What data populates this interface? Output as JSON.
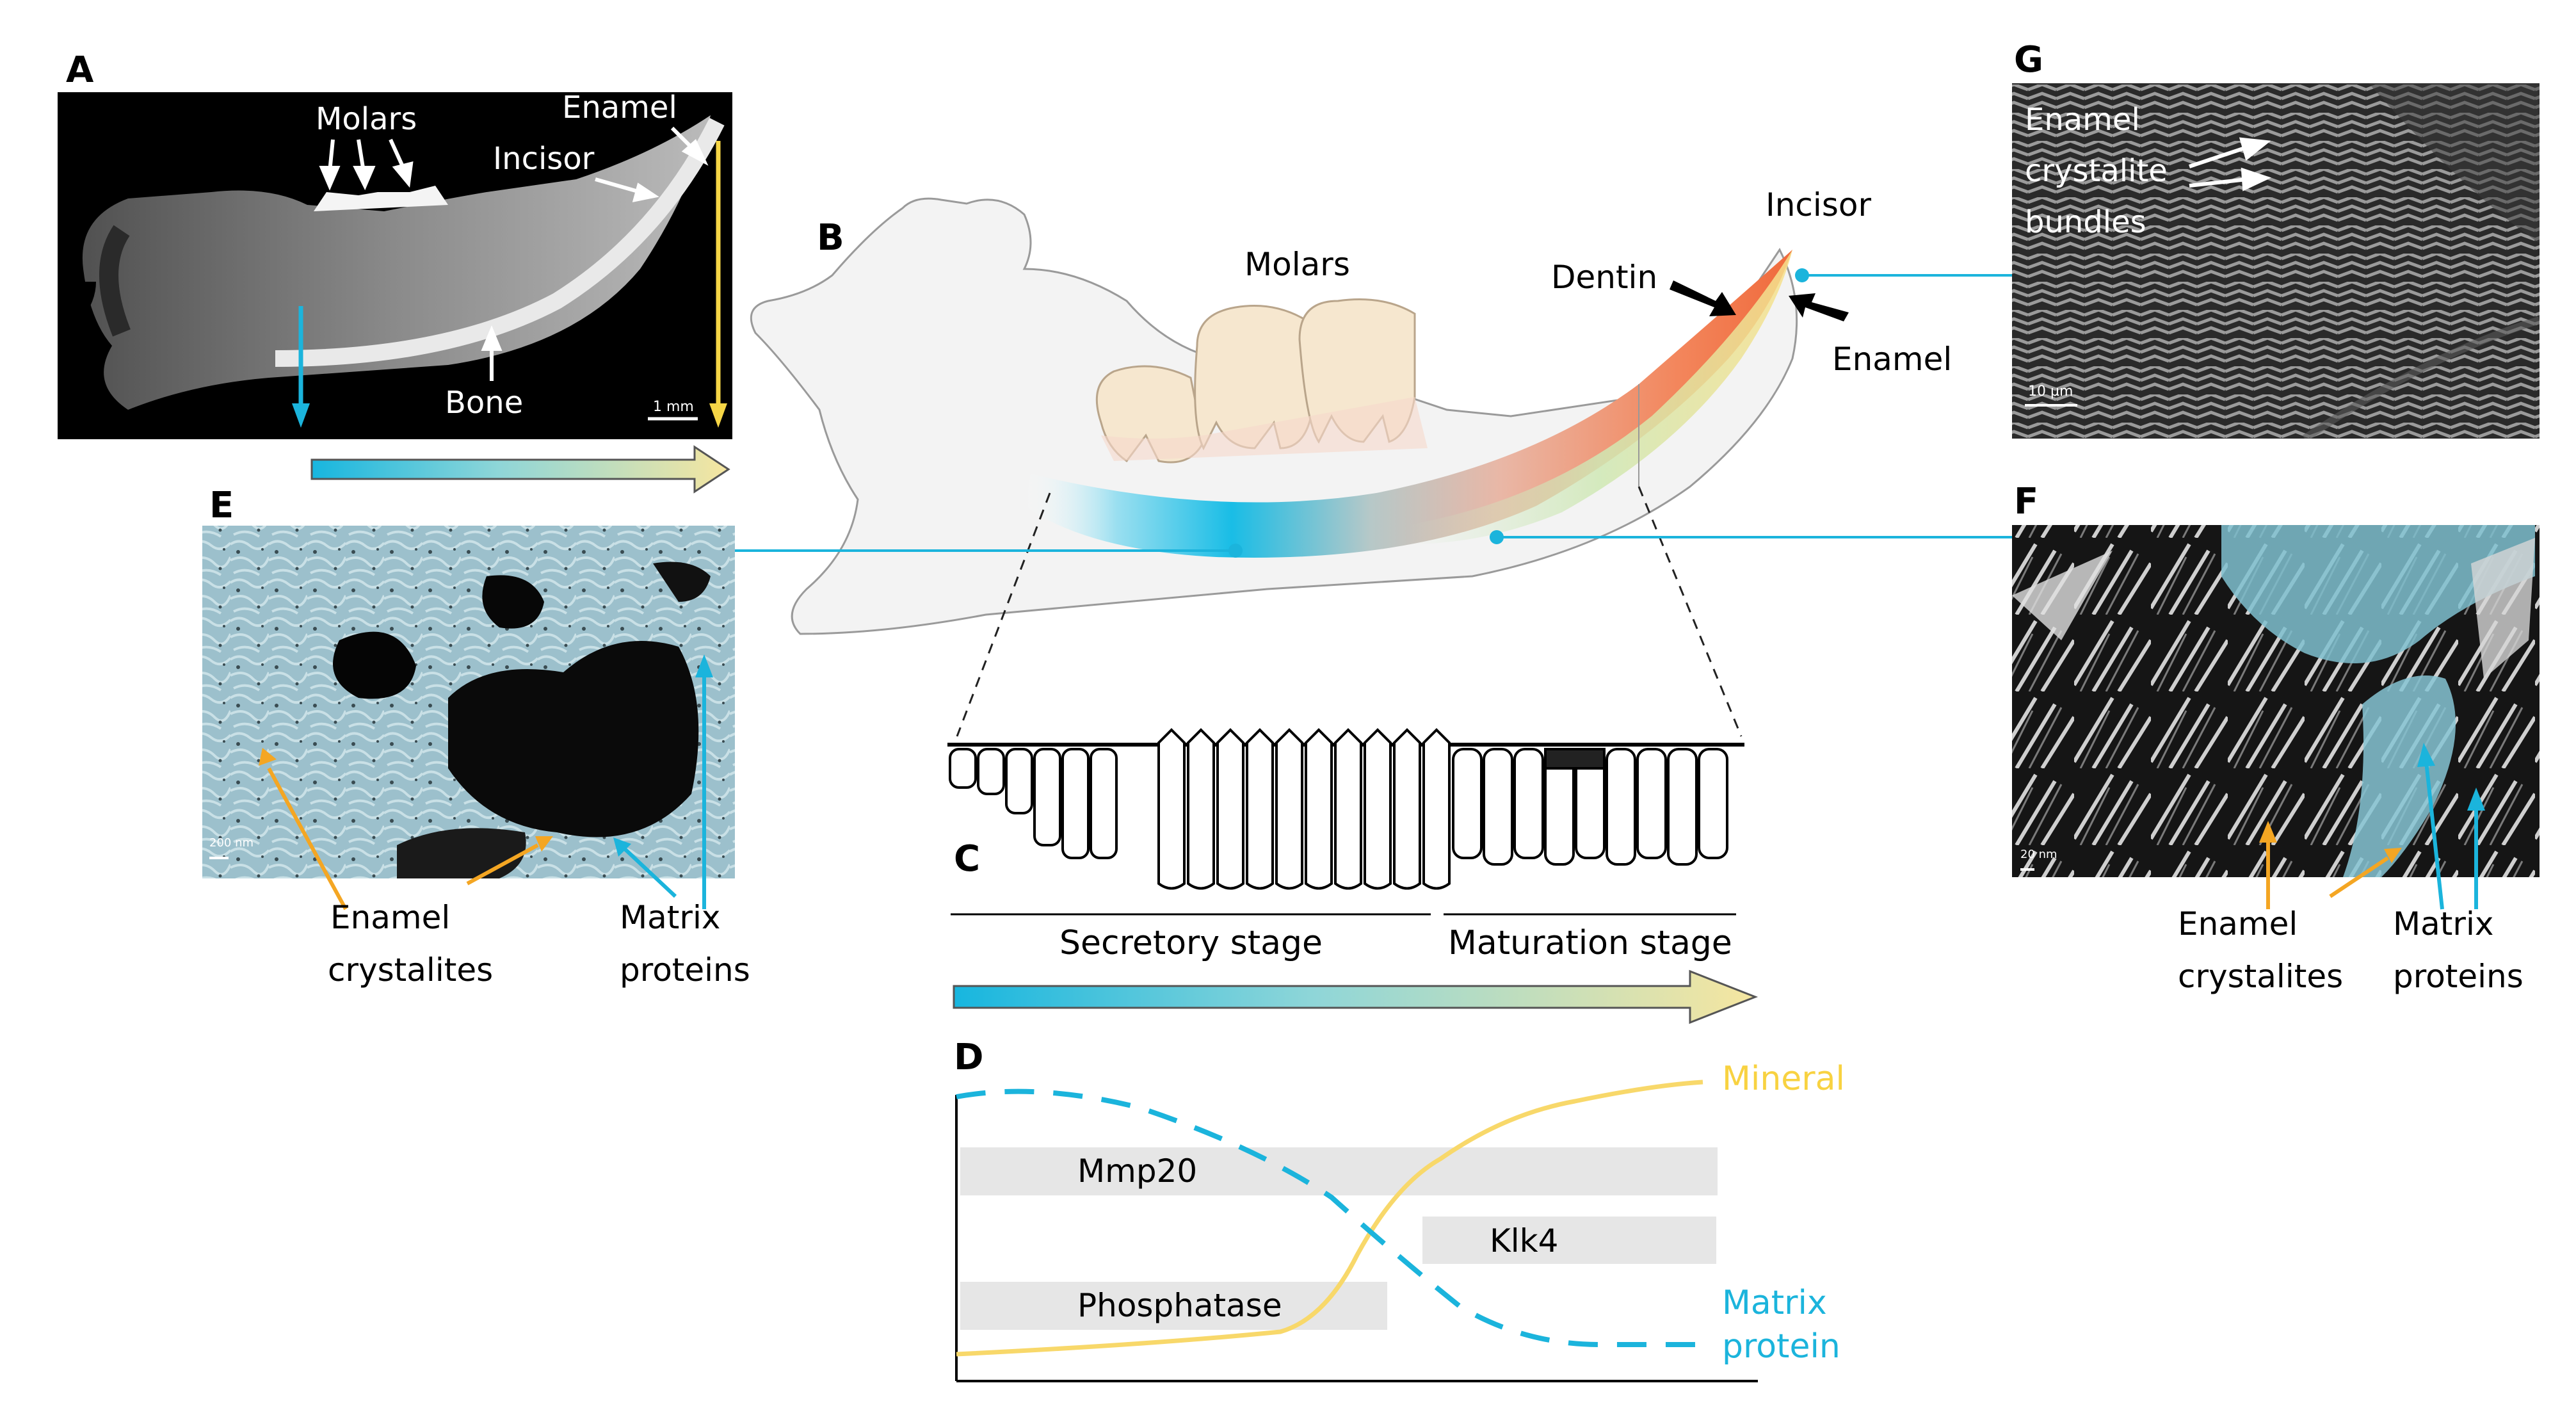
{
  "panels": {
    "a": {
      "letter": "A",
      "labels": {
        "molars": "Molars",
        "enamel": "Enamel",
        "incisor": "Incisor",
        "bone": "Bone"
      },
      "scalebar": "1 mm"
    },
    "b": {
      "letter": "B",
      "labels": {
        "molars": "Molars",
        "incisor": "Incisor",
        "dentin": "Dentin",
        "enamel": "Enamel"
      }
    },
    "c": {
      "letter": "C",
      "secretory": "Secretory stage",
      "maturation": "Maturation stage"
    },
    "d": {
      "letter": "D",
      "bars": {
        "mmp20": "Mmp20",
        "klk4": "Klk4",
        "phosphatase": "Phosphatase"
      },
      "mineral": "Mineral",
      "matrix_line1": "Matrix",
      "matrix_line2": "protein"
    },
    "e": {
      "letter": "E",
      "scalebar": "200 nm",
      "enamel_line1": "Enamel",
      "enamel_line2": "crystalites",
      "matrix_line1": "Matrix",
      "matrix_line2": "proteins"
    },
    "f": {
      "letter": "F",
      "scalebar": "20 nm",
      "enamel_line1": "Enamel",
      "enamel_line2": "crystalites",
      "matrix_line1": "Matrix",
      "matrix_line2": "proteins"
    },
    "g": {
      "letter": "G",
      "line1": "Enamel",
      "line2": "crystalite",
      "line3": "bundles",
      "scalebar": "10 µm"
    }
  },
  "colors": {
    "blue": "#1bb4dc",
    "yellow": "#f9d86b",
    "orange": "#f4a623",
    "panel_bg": "#000000",
    "bar_grey": "#e6e6e6"
  }
}
